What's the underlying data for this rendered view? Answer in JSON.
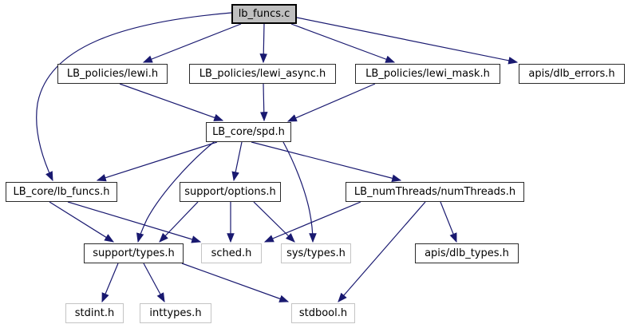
{
  "diagram": {
    "kind": "include-dependency-graph",
    "root": "lb_funcs.c",
    "colors": {
      "edge": "#191970",
      "current_node_fill": "#bfbfbf",
      "internal_border": "#2b2b2b",
      "external_border": "#c4c4c4",
      "node_fill": "#ffffff",
      "text": "#000000",
      "background": "#ffffff"
    },
    "nodes": [
      {
        "id": "lb_funcs_c",
        "label": "lb_funcs.c",
        "kind": "current"
      },
      {
        "id": "lewi",
        "label": "LB_policies/lewi.h",
        "kind": "internal"
      },
      {
        "id": "lewi_async",
        "label": "LB_policies/lewi_async.h",
        "kind": "internal"
      },
      {
        "id": "lewi_mask",
        "label": "LB_policies/lewi_mask.h",
        "kind": "internal"
      },
      {
        "id": "dlb_errors",
        "label": "apis/dlb_errors.h",
        "kind": "internal"
      },
      {
        "id": "spd",
        "label": "LB_core/spd.h",
        "kind": "internal"
      },
      {
        "id": "lb_funcs_h",
        "label": "LB_core/lb_funcs.h",
        "kind": "internal"
      },
      {
        "id": "options",
        "label": "support/options.h",
        "kind": "internal"
      },
      {
        "id": "num_threads",
        "label": "LB_numThreads/numThreads.h",
        "kind": "internal"
      },
      {
        "id": "types",
        "label": "support/types.h",
        "kind": "internal"
      },
      {
        "id": "sched",
        "label": "sched.h",
        "kind": "external"
      },
      {
        "id": "sys_types",
        "label": "sys/types.h",
        "kind": "external"
      },
      {
        "id": "dlb_types",
        "label": "apis/dlb_types.h",
        "kind": "internal"
      },
      {
        "id": "stdint",
        "label": "stdint.h",
        "kind": "external"
      },
      {
        "id": "inttypes",
        "label": "inttypes.h",
        "kind": "external"
      },
      {
        "id": "stdbool",
        "label": "stdbool.h",
        "kind": "external"
      }
    ],
    "edges": [
      {
        "from": "lb_funcs_c",
        "to": "lewi"
      },
      {
        "from": "lb_funcs_c",
        "to": "lewi_async"
      },
      {
        "from": "lb_funcs_c",
        "to": "lewi_mask"
      },
      {
        "from": "lb_funcs_c",
        "to": "dlb_errors"
      },
      {
        "from": "lb_funcs_c",
        "to": "lb_funcs_h"
      },
      {
        "from": "lewi",
        "to": "spd"
      },
      {
        "from": "lewi_async",
        "to": "spd"
      },
      {
        "from": "lewi_mask",
        "to": "spd"
      },
      {
        "from": "spd",
        "to": "lb_funcs_h"
      },
      {
        "from": "spd",
        "to": "options"
      },
      {
        "from": "spd",
        "to": "num_threads"
      },
      {
        "from": "spd",
        "to": "types"
      },
      {
        "from": "spd",
        "to": "sys_types"
      },
      {
        "from": "lb_funcs_h",
        "to": "types"
      },
      {
        "from": "lb_funcs_h",
        "to": "sched"
      },
      {
        "from": "options",
        "to": "types"
      },
      {
        "from": "options",
        "to": "sched"
      },
      {
        "from": "options",
        "to": "sys_types"
      },
      {
        "from": "num_threads",
        "to": "sched"
      },
      {
        "from": "num_threads",
        "to": "dlb_types"
      },
      {
        "from": "num_threads",
        "to": "stdbool"
      },
      {
        "from": "types",
        "to": "stdint"
      },
      {
        "from": "types",
        "to": "inttypes"
      },
      {
        "from": "types",
        "to": "stdbool"
      }
    ]
  }
}
